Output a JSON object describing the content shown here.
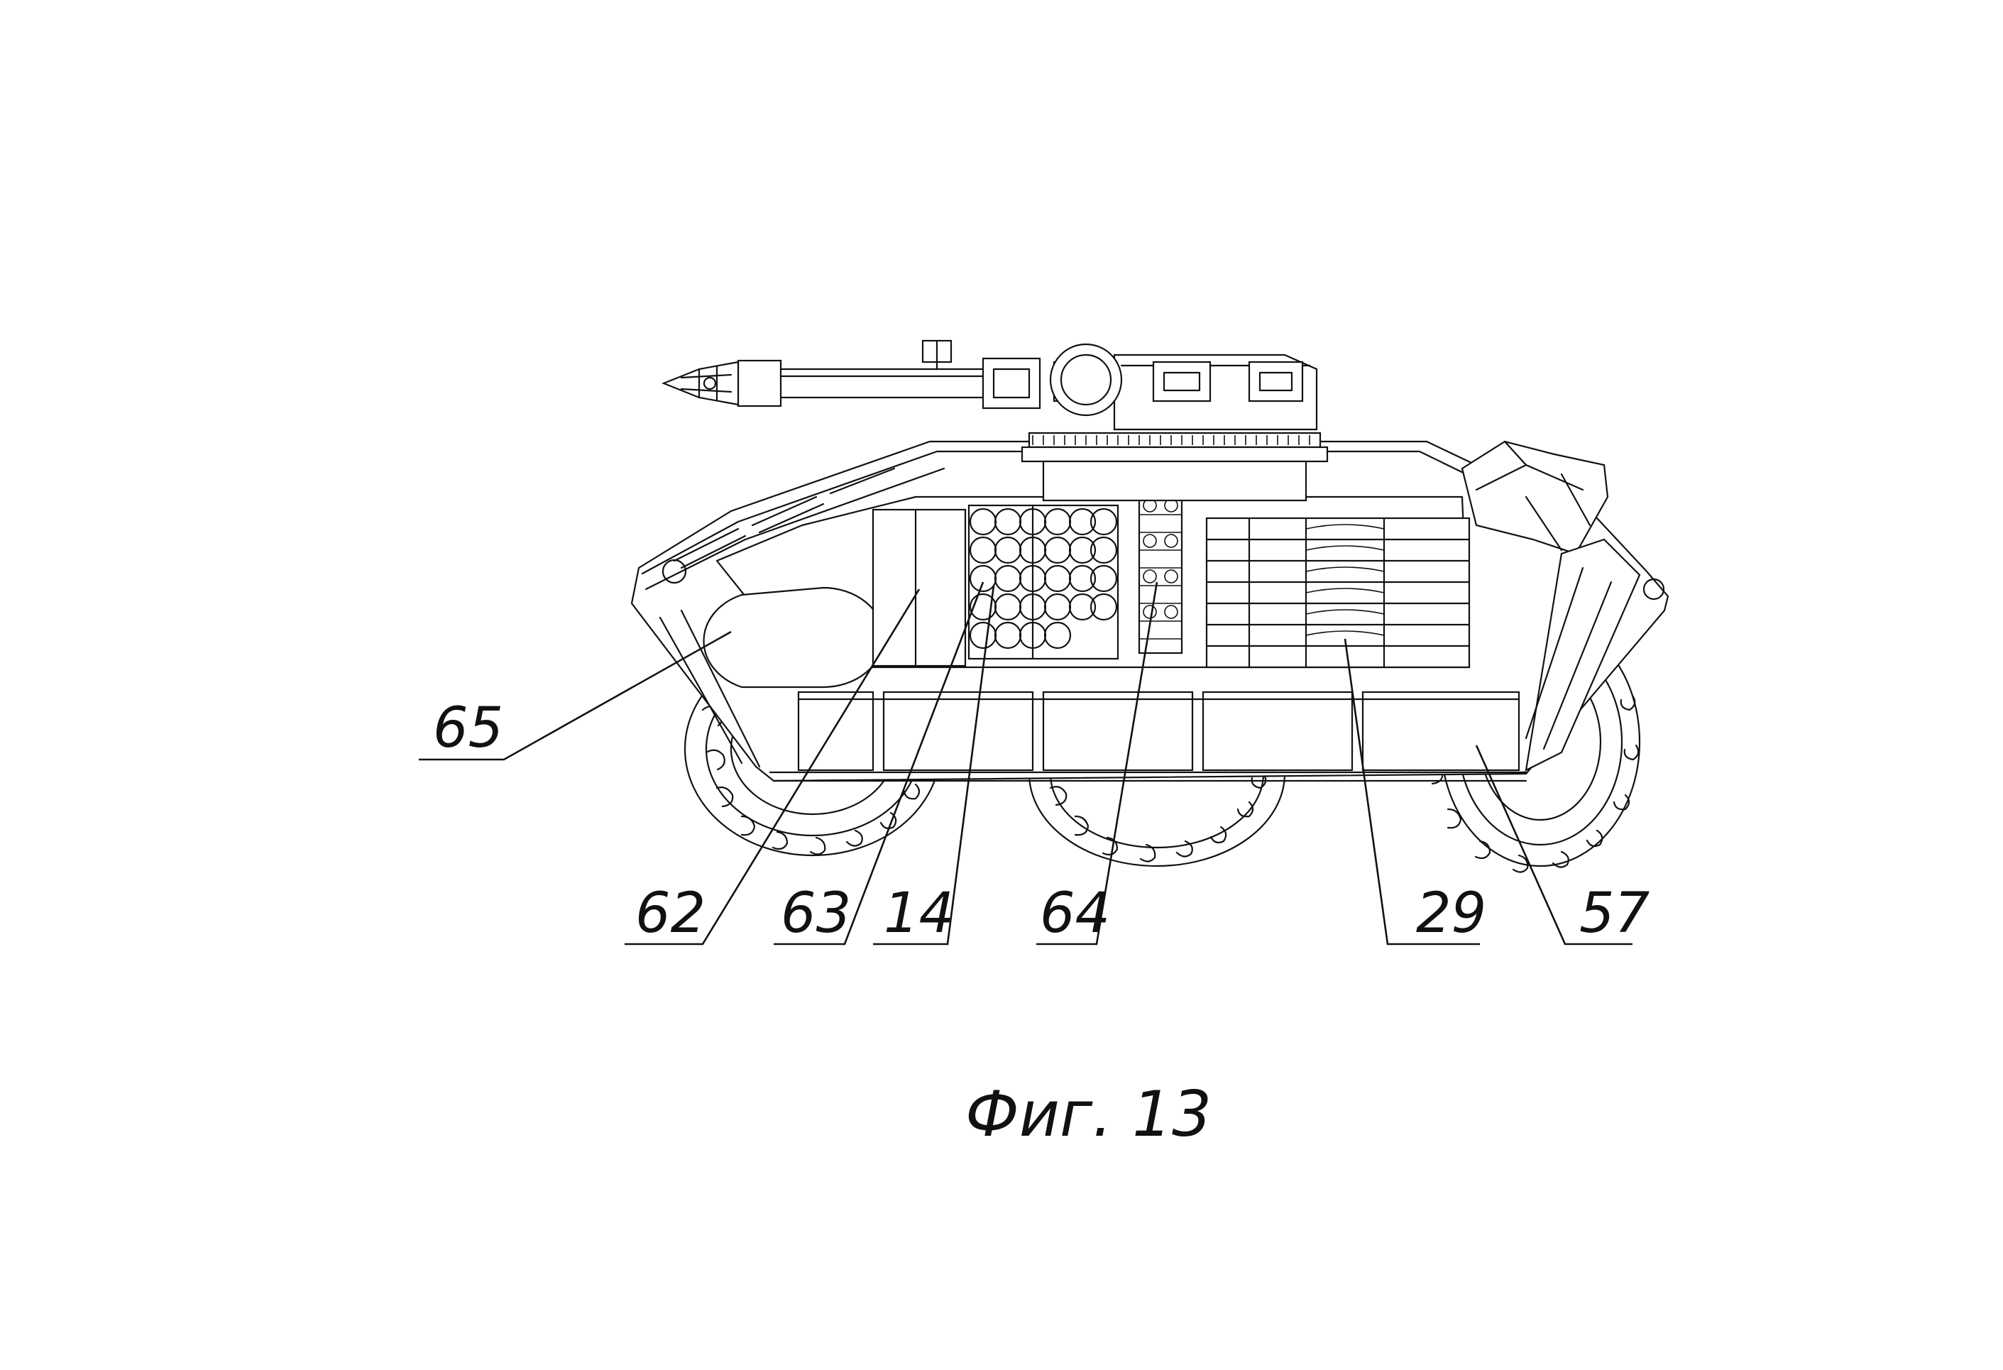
{
  "figure": {
    "caption": "Фиг. 13",
    "callouts": [
      {
        "id": "c65",
        "label": "65"
      },
      {
        "id": "c62",
        "label": "62"
      },
      {
        "id": "c63",
        "label": "63"
      },
      {
        "id": "c14",
        "label": "14"
      },
      {
        "id": "c64",
        "label": "64"
      },
      {
        "id": "c29",
        "label": "29"
      },
      {
        "id": "c57",
        "label": "57"
      }
    ]
  }
}
